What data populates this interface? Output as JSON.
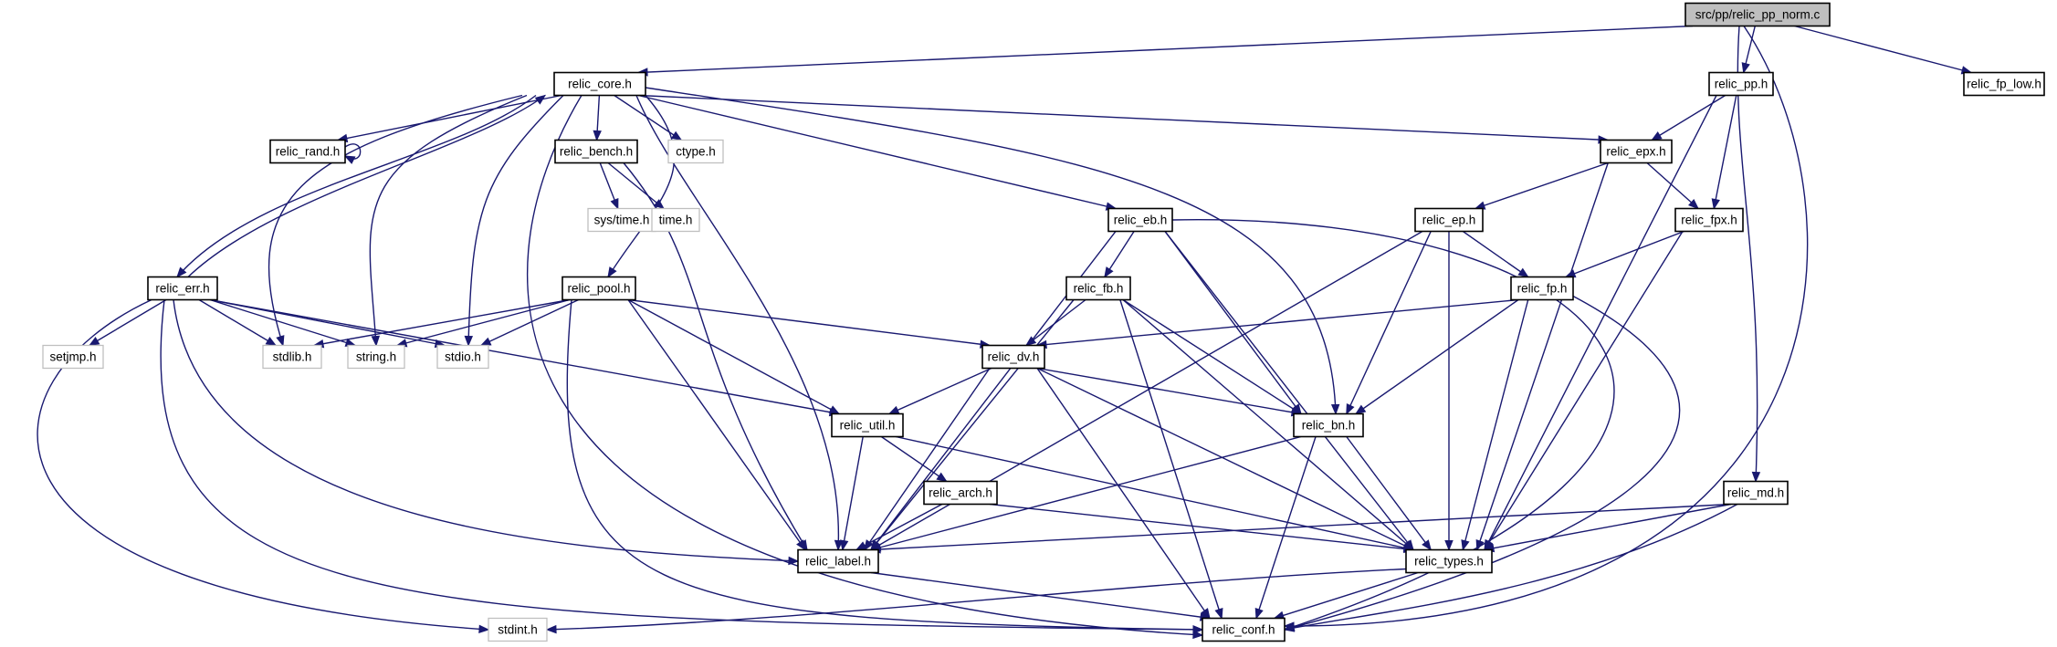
{
  "graph": {
    "root_file": "src/pp/relic_pp_norm.c",
    "nodes": [
      {
        "id": "root",
        "label": "src/pp/relic_pp_norm.c",
        "kind": "root"
      },
      {
        "id": "core",
        "label": "relic_core.h",
        "kind": "project"
      },
      {
        "id": "pp",
        "label": "relic_pp.h",
        "kind": "project"
      },
      {
        "id": "fplow",
        "label": "relic_fp_low.h",
        "kind": "project"
      },
      {
        "id": "rand",
        "label": "relic_rand.h",
        "kind": "project"
      },
      {
        "id": "bench",
        "label": "relic_bench.h",
        "kind": "project"
      },
      {
        "id": "ctype",
        "label": "ctype.h",
        "kind": "system"
      },
      {
        "id": "epx",
        "label": "relic_epx.h",
        "kind": "project"
      },
      {
        "id": "systime",
        "label": "sys/time.h",
        "kind": "system"
      },
      {
        "id": "time",
        "label": "time.h",
        "kind": "system"
      },
      {
        "id": "eb",
        "label": "relic_eb.h",
        "kind": "project"
      },
      {
        "id": "ep",
        "label": "relic_ep.h",
        "kind": "project"
      },
      {
        "id": "fpx",
        "label": "relic_fpx.h",
        "kind": "project"
      },
      {
        "id": "err",
        "label": "relic_err.h",
        "kind": "project"
      },
      {
        "id": "pool",
        "label": "relic_pool.h",
        "kind": "project"
      },
      {
        "id": "fb",
        "label": "relic_fb.h",
        "kind": "project"
      },
      {
        "id": "fp",
        "label": "relic_fp.h",
        "kind": "project"
      },
      {
        "id": "setjmp",
        "label": "setjmp.h",
        "kind": "system"
      },
      {
        "id": "stdlib",
        "label": "stdlib.h",
        "kind": "system"
      },
      {
        "id": "string",
        "label": "string.h",
        "kind": "system"
      },
      {
        "id": "stdio",
        "label": "stdio.h",
        "kind": "system"
      },
      {
        "id": "dv",
        "label": "relic_dv.h",
        "kind": "project"
      },
      {
        "id": "util",
        "label": "relic_util.h",
        "kind": "project"
      },
      {
        "id": "bn",
        "label": "relic_bn.h",
        "kind": "project"
      },
      {
        "id": "arch",
        "label": "relic_arch.h",
        "kind": "project"
      },
      {
        "id": "md",
        "label": "relic_md.h",
        "kind": "project"
      },
      {
        "id": "label",
        "label": "relic_label.h",
        "kind": "project"
      },
      {
        "id": "types",
        "label": "relic_types.h",
        "kind": "project"
      },
      {
        "id": "stdint",
        "label": "stdint.h",
        "kind": "system"
      },
      {
        "id": "conf",
        "label": "relic_conf.h",
        "kind": "project"
      }
    ],
    "edges": [
      {
        "from": "root",
        "to": "core"
      },
      {
        "from": "root",
        "to": "pp"
      },
      {
        "from": "root",
        "to": "fplow"
      },
      {
        "from": "root",
        "to": "md"
      },
      {
        "from": "root",
        "to": "conf"
      },
      {
        "from": "core",
        "to": "rand"
      },
      {
        "from": "core",
        "to": "bench"
      },
      {
        "from": "core",
        "to": "ctype"
      },
      {
        "from": "core",
        "to": "epx"
      },
      {
        "from": "core",
        "to": "eb"
      },
      {
        "from": "core",
        "to": "err"
      },
      {
        "from": "core",
        "to": "pool"
      },
      {
        "from": "core",
        "to": "stdlib"
      },
      {
        "from": "core",
        "to": "string"
      },
      {
        "from": "core",
        "to": "stdio"
      },
      {
        "from": "core",
        "to": "bn"
      },
      {
        "from": "core",
        "to": "label"
      },
      {
        "from": "core",
        "to": "conf"
      },
      {
        "from": "rand",
        "to": "rand"
      },
      {
        "from": "bench",
        "to": "systime"
      },
      {
        "from": "bench",
        "to": "time"
      },
      {
        "from": "bench",
        "to": "label"
      },
      {
        "from": "err",
        "to": "core"
      },
      {
        "from": "err",
        "to": "setjmp"
      },
      {
        "from": "err",
        "to": "stdlib"
      },
      {
        "from": "err",
        "to": "string"
      },
      {
        "from": "err",
        "to": "stdio"
      },
      {
        "from": "err",
        "to": "util"
      },
      {
        "from": "err",
        "to": "label"
      },
      {
        "from": "err",
        "to": "stdint"
      },
      {
        "from": "err",
        "to": "conf"
      },
      {
        "from": "pool",
        "to": "stdlib"
      },
      {
        "from": "pool",
        "to": "string"
      },
      {
        "from": "pool",
        "to": "stdio"
      },
      {
        "from": "pool",
        "to": "dv"
      },
      {
        "from": "pool",
        "to": "util"
      },
      {
        "from": "pool",
        "to": "label"
      },
      {
        "from": "pool",
        "to": "conf"
      },
      {
        "from": "pp",
        "to": "epx"
      },
      {
        "from": "pp",
        "to": "fpx"
      },
      {
        "from": "pp",
        "to": "types"
      },
      {
        "from": "epx",
        "to": "ep"
      },
      {
        "from": "epx",
        "to": "fpx"
      },
      {
        "from": "epx",
        "to": "types"
      },
      {
        "from": "eb",
        "to": "fb"
      },
      {
        "from": "eb",
        "to": "bn"
      },
      {
        "from": "eb",
        "to": "label"
      },
      {
        "from": "eb",
        "to": "types"
      },
      {
        "from": "eb",
        "to": "conf"
      },
      {
        "from": "ep",
        "to": "fp"
      },
      {
        "from": "ep",
        "to": "bn"
      },
      {
        "from": "ep",
        "to": "label"
      },
      {
        "from": "ep",
        "to": "types"
      },
      {
        "from": "fpx",
        "to": "fp"
      },
      {
        "from": "fpx",
        "to": "types"
      },
      {
        "from": "fb",
        "to": "dv"
      },
      {
        "from": "fb",
        "to": "bn"
      },
      {
        "from": "fb",
        "to": "label"
      },
      {
        "from": "fb",
        "to": "types"
      },
      {
        "from": "fb",
        "to": "conf"
      },
      {
        "from": "fp",
        "to": "dv"
      },
      {
        "from": "fp",
        "to": "bn"
      },
      {
        "from": "fp",
        "to": "types"
      },
      {
        "from": "fp",
        "to": "conf"
      },
      {
        "from": "dv",
        "to": "util"
      },
      {
        "from": "dv",
        "to": "bn"
      },
      {
        "from": "dv",
        "to": "label"
      },
      {
        "from": "dv",
        "to": "types"
      },
      {
        "from": "dv",
        "to": "conf"
      },
      {
        "from": "util",
        "to": "arch"
      },
      {
        "from": "util",
        "to": "label"
      },
      {
        "from": "util",
        "to": "types"
      },
      {
        "from": "bn",
        "to": "label"
      },
      {
        "from": "bn",
        "to": "types"
      },
      {
        "from": "bn",
        "to": "conf"
      },
      {
        "from": "arch",
        "to": "label"
      },
      {
        "from": "arch",
        "to": "types"
      },
      {
        "from": "md",
        "to": "label"
      },
      {
        "from": "md",
        "to": "types"
      },
      {
        "from": "md",
        "to": "conf"
      },
      {
        "from": "label",
        "to": "conf"
      },
      {
        "from": "types",
        "to": "stdint"
      },
      {
        "from": "types",
        "to": "conf"
      }
    ]
  },
  "colors": {
    "edge": "#191970",
    "root_fill": "#bfbfbf",
    "system_border": "#bfbfbf",
    "node_border": "#000000"
  }
}
